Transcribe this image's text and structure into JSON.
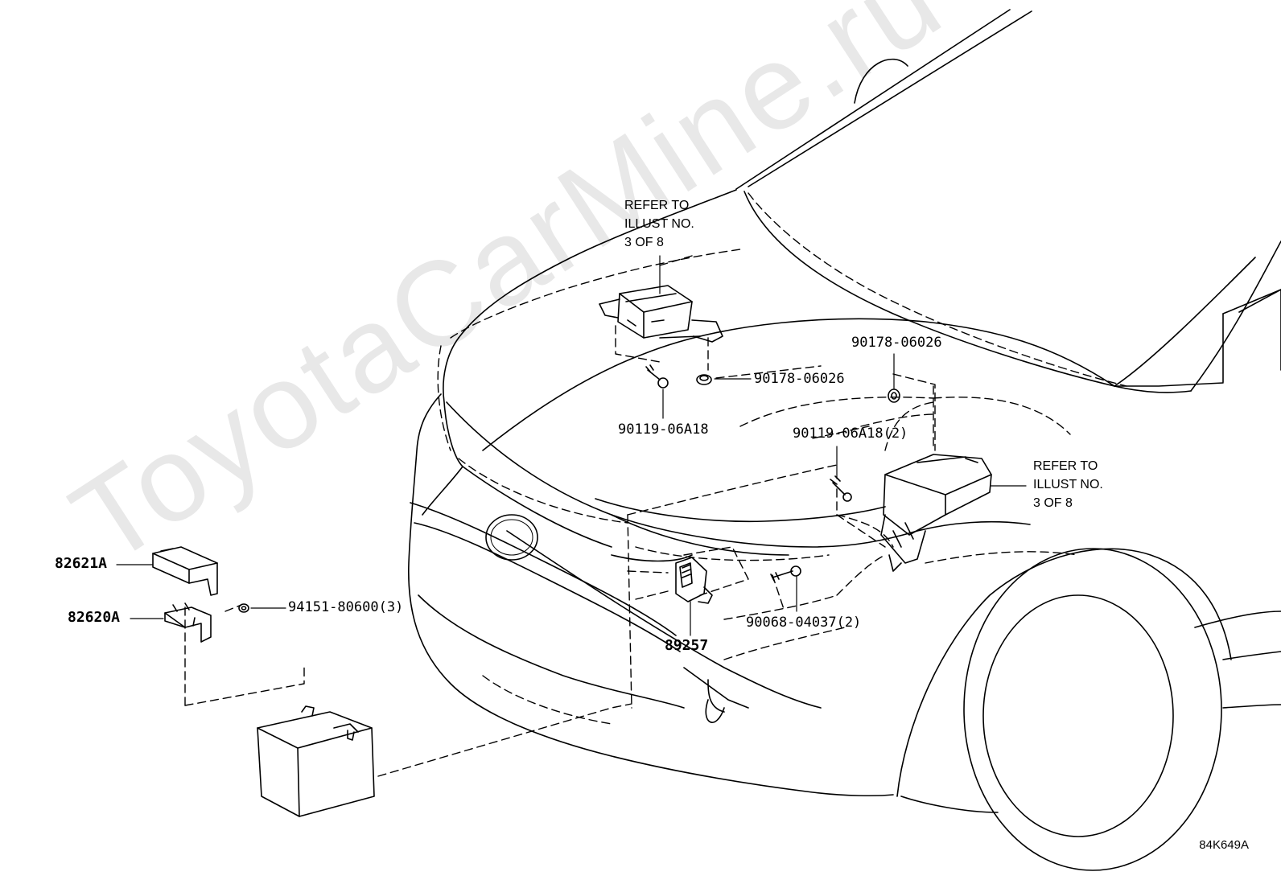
{
  "watermark": "ToyotaCarMine.ru",
  "figure_code": "84K649A",
  "refer_notes": {
    "upper": "REFER TO\nILLUST NO.\n3 OF 8",
    "right": "REFER TO\nILLUST NO.\n3 OF 8"
  },
  "part_labels": {
    "upper_bolt": "90119-06A18",
    "upper_nut": "90178-06026",
    "right_nut": "90178-06026",
    "right_bolt": "90119-06A18(2)",
    "sensor_bolt": "90068-04037(2)",
    "sensor": "89257",
    "bracket_cover": "82621A",
    "bracket": "82620A",
    "bracket_nut": "94151-80600(3)"
  }
}
